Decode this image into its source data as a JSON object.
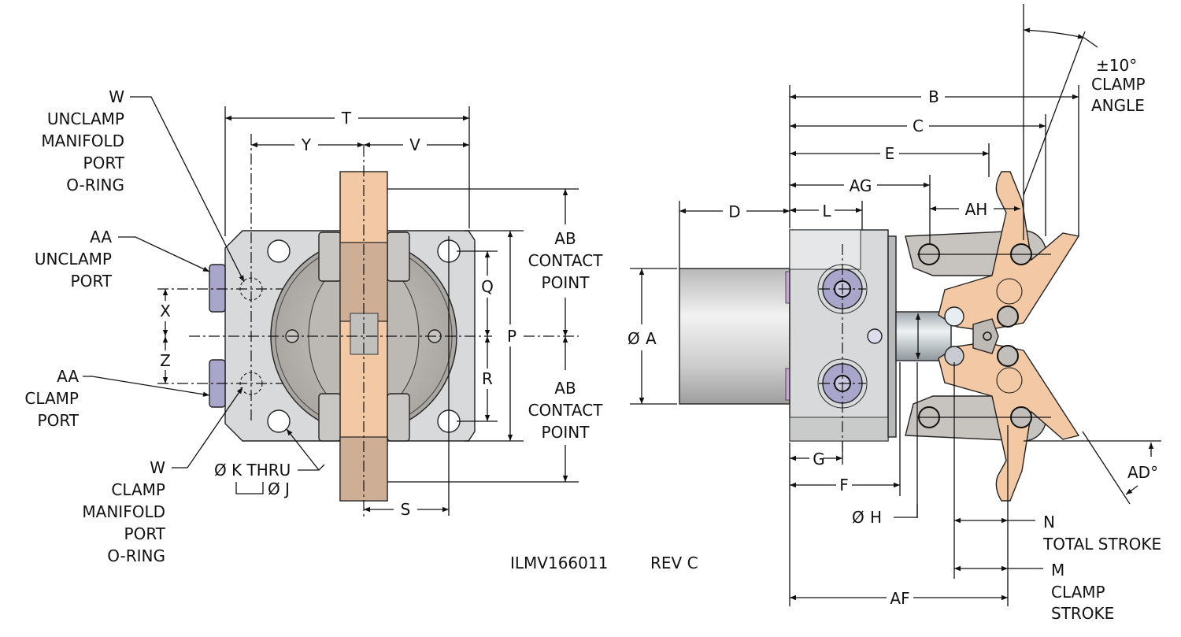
{
  "drawing": {
    "number": "ILMV166011",
    "revision": "REV C"
  },
  "colors": {
    "body_steel": "#d8d9db",
    "body_dark": "#b9b8b6",
    "clamp_arm": "#f3c9a5",
    "clamp_arm_shadow": "#cfae96",
    "port_purple": "#a9a6cc",
    "line": "#111111"
  },
  "front_view": {
    "callouts": {
      "w_unclamp": {
        "letter": "W",
        "lines": [
          "UNCLAMP",
          "MANIFOLD",
          "PORT",
          "O-RING"
        ]
      },
      "aa_unclamp": {
        "letter": "AA",
        "lines": [
          "UNCLAMP",
          "PORT"
        ]
      },
      "aa_clamp": {
        "letter": "AA",
        "lines": [
          "CLAMP",
          "PORT"
        ]
      },
      "w_clamp": {
        "letter": "W",
        "lines": [
          "CLAMP",
          "MANIFOLD",
          "PORT",
          "O-RING"
        ]
      },
      "ab_top": {
        "letter": "AB",
        "lines": [
          "CONTACT",
          "POINT"
        ]
      },
      "ab_bottom": {
        "letter": "AB",
        "lines": [
          "CONTACT",
          "POINT"
        ]
      },
      "hole_k": "K THRU",
      "hole_j": "J",
      "diameter_symbol": "Ø"
    },
    "dimensions": {
      "t": "T",
      "y": "Y",
      "v": "V",
      "x": "X",
      "z": "Z",
      "q": "Q",
      "r": "R",
      "p": "P",
      "s": "S"
    }
  },
  "side_view": {
    "dimensions": {
      "b": "B",
      "c": "C",
      "e": "E",
      "ag": "AG",
      "ah": "AH",
      "l": "L",
      "d": "D",
      "a": "A",
      "g": "G",
      "f": "F",
      "h": "H",
      "af": "AF"
    },
    "clamp_angle": {
      "value": "±10°",
      "lines": [
        "CLAMP",
        "ANGLE"
      ]
    },
    "ad_angle": "AD°",
    "total_stroke": {
      "letter": "N",
      "label": "TOTAL STROKE"
    },
    "clamp_stroke": {
      "letter": "M",
      "lines": [
        "CLAMP",
        "STROKE"
      ]
    }
  }
}
